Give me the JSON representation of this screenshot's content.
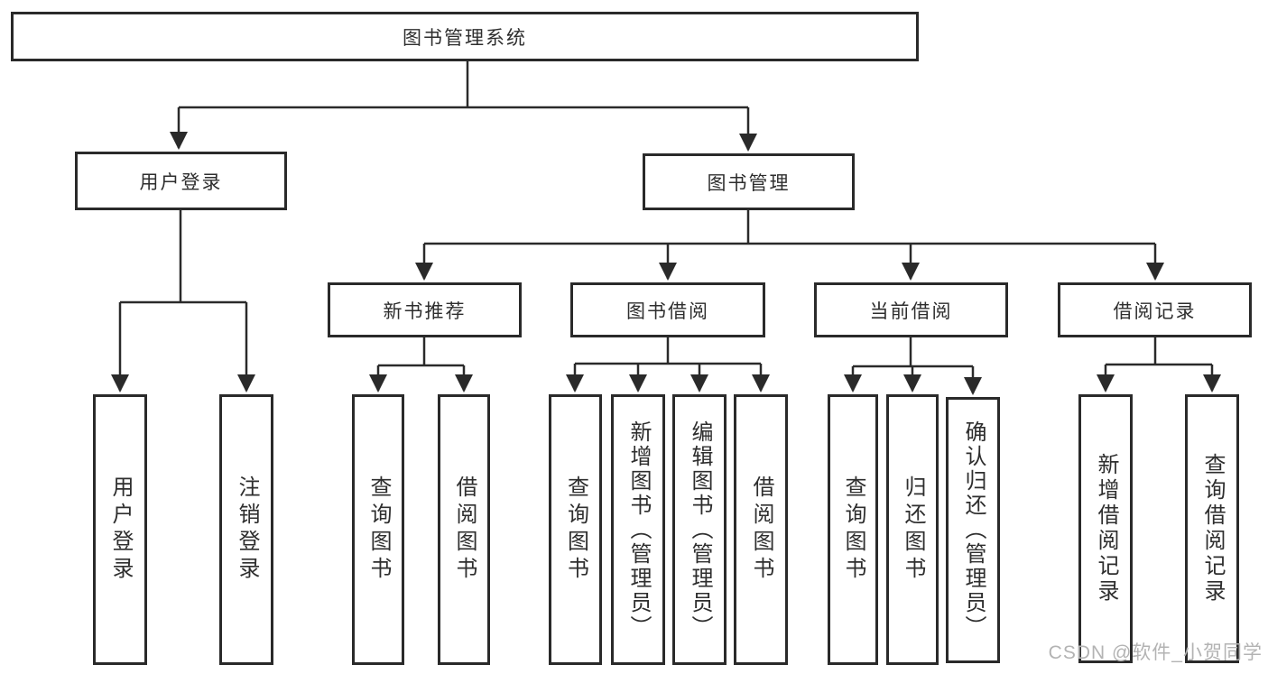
{
  "diagram": {
    "title_node": {
      "label": "图书管理系统"
    },
    "level2": [
      {
        "label": "用户登录"
      },
      {
        "label": "图书管理"
      }
    ],
    "level3": [
      {
        "label": "新书推荐"
      },
      {
        "label": "图书借阅"
      },
      {
        "label": "当前借阅"
      },
      {
        "label": "借阅记录"
      }
    ],
    "leaf_groups": [
      {
        "parent": "用户登录",
        "items": [
          {
            "label": "用户登录"
          },
          {
            "label": "注销登录"
          }
        ]
      },
      {
        "parent": "新书推荐",
        "items": [
          {
            "label": "查询图书"
          },
          {
            "label": "借阅图书"
          }
        ]
      },
      {
        "parent": "图书借阅",
        "items": [
          {
            "label": "查询图书"
          },
          {
            "label": "新增图书（管理员）"
          },
          {
            "label": "编辑图书（管理员）"
          },
          {
            "label": "借阅图书"
          }
        ]
      },
      {
        "parent": "当前借阅",
        "items": [
          {
            "label": "查询图书"
          },
          {
            "label": "归还图书"
          },
          {
            "label": "确认归还（管理员）"
          }
        ]
      },
      {
        "parent": "借阅记录",
        "items": [
          {
            "label": "新增借阅记录"
          },
          {
            "label": "查询借阅记录"
          }
        ]
      }
    ],
    "colors": {
      "line": "#2a2a2a",
      "text": "#2e2e2e",
      "background": "#ffffff",
      "watermark": "#b3b3b3"
    },
    "watermark": "CSDN @软件_小贺同学"
  }
}
